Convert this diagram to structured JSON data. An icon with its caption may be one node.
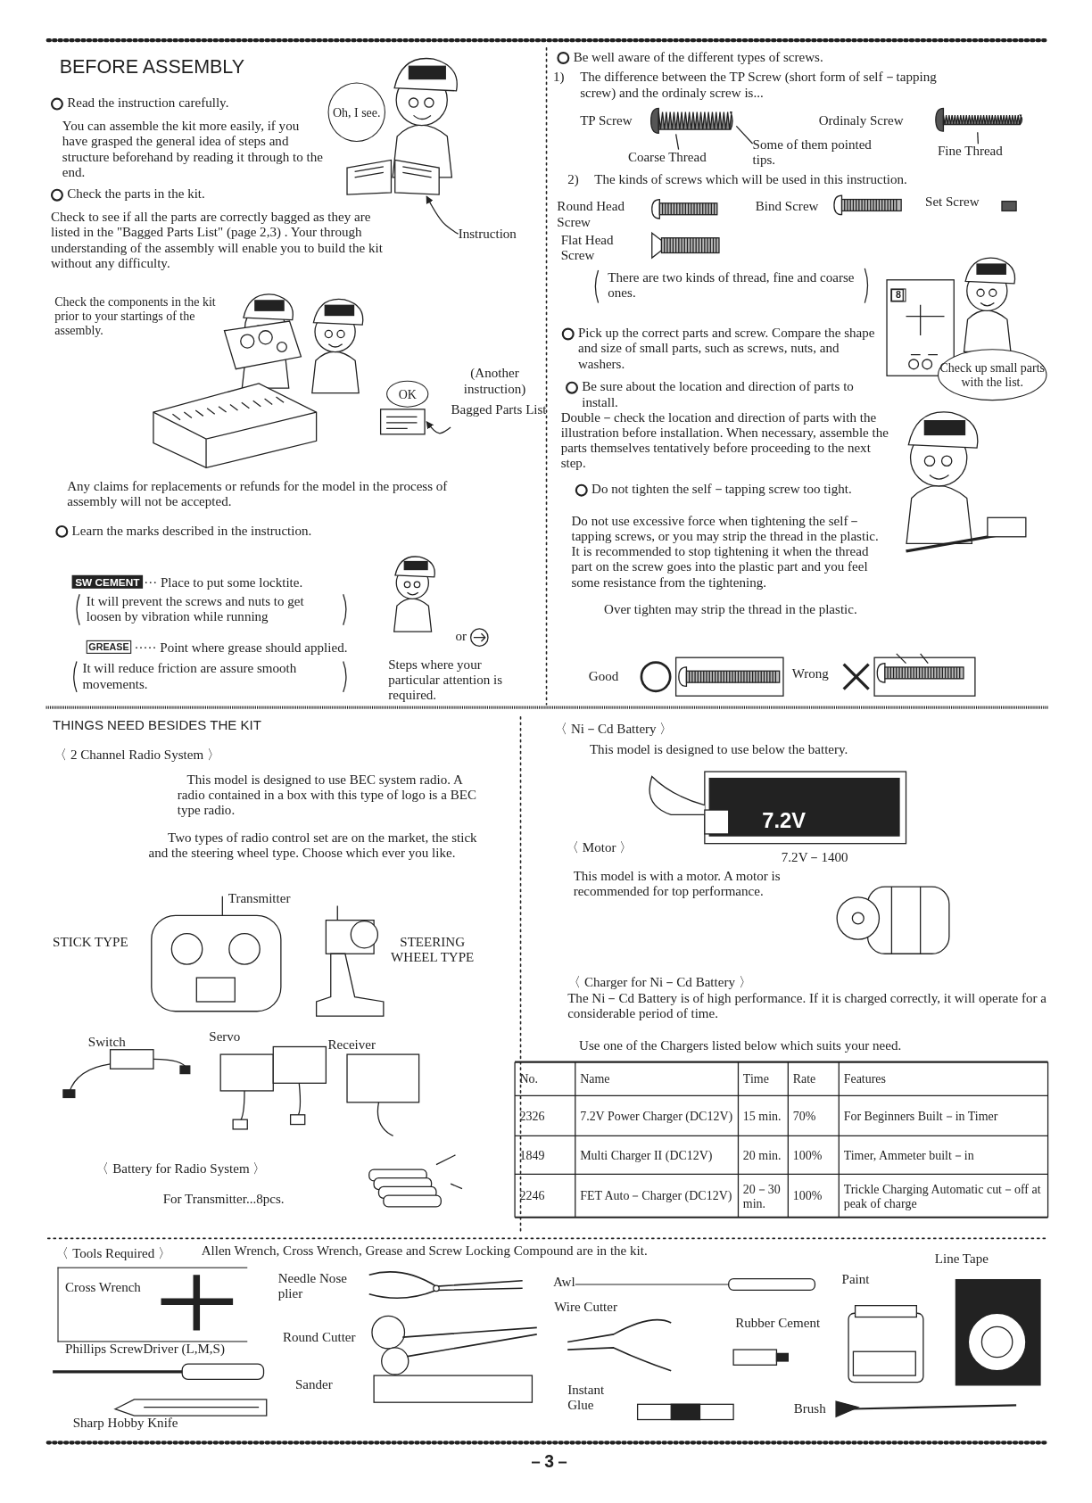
{
  "diagram": {
    "nodes": [
      {
        "text": [
          "Oh, I see."
        ]
      },
      {
        "text": [
          "Instruction"
        ]
      },
      {
        "text": [],
        "shape": "picture"
      },
      {
        "text": [
          "OK"
        ]
      },
      {
        "text": [
          "Bagged Parts List"
        ]
      },
      {
        "text": [],
        "shape": "picture"
      },
      {
        "text": [],
        "shape": "picture"
      },
      {
        "text": [],
        "shape": "picture"
      },
      {
        "text": [
          "Coarse Thread"
        ]
      },
      {
        "text": [
          "Fine Thread"
        ]
      },
      {
        "text": [
          "Some of them pointed tips."
        ]
      },
      {
        "text": [
          "Check up small parts with the list."
        ]
      },
      {
        "text": [
          "Cross Wrench"
        ]
      }
    ],
    "edges": [
      {
        "from": 1,
        "to": 2,
        "arrow": "to"
      },
      {
        "from": 4,
        "to": 5,
        "arrow": "to"
      },
      {
        "from": 8,
        "to": 6,
        "arrow": "none"
      },
      {
        "from": 9,
        "to": 7,
        "arrow": "none"
      },
      {
        "from": 10,
        "to": 6,
        "arrow": "none"
      }
    ],
    "labels": [
      "BEFORE ASSEMBLY",
      "Read the instruction carefully.",
      "You can assemble the kit more easily, if you have grasped the general idea of steps and structure beforehand by reading it through to the end.",
      "Check the parts in the kit.",
      "Check to see if all the parts are correctly bagged as they are listed in the \"Bagged Parts List\" (page 2,3) . Your through understanding of the assembly will enable you to build the kit without any difficulty.",
      "Check the components in the kit prior to your startings of the assembly.",
      "(Another instruction)",
      "Any claims for replacements or refunds for the model in the process of assembly will not be accepted.",
      "Learn the marks described in the instruction.",
      "SW CEMENT",
      "··· Place to put some locktite.",
      "It will prevent the screws and nuts to get loosen by vibration while running",
      "GREASE",
      "····· Point where grease should applied.",
      "It will reduce friction are assure smooth movements.",
      "or",
      "Steps where your particular attention is required.",
      "Be well aware of the different types of screws.",
      "1)",
      "The difference between the TP Screw (short form of self－tapping screw) and the ordinaly screw is...",
      "TP Screw",
      "Ordinaly Screw",
      "2)",
      "The kinds of screws which will be used in this instruction.",
      "Round Head Screw",
      "Bind Screw",
      "Set Screw",
      "Flat Head Screw",
      "There are two kinds of thread, fine and coarse ones.",
      "8",
      "Pick up the correct parts and screw. Compare the shape and size of small parts, such as screws, nuts, and washers.",
      "Be sure about the location and direction of parts to install.",
      "Double－check the location and direction of parts with the illustration before installation. When necessary, assemble the parts themselves tentatively before proceeding to the next step.",
      "Do not tighten the self－tapping screw too tight.",
      "Do not use excessive force when tightening the self－tapping screws, or you may strip the thread in the plastic. It is recommended to stop tightening it when the thread part on the screw goes into the plastic part and you feel some resistance from the tightening.",
      "Over tighten may strip the thread in the plastic.",
      "Good",
      "Wrong",
      "THINGS NEED BESIDES THE KIT",
      "〈 2 Channel Radio System 〉",
      "This model is designed to use BEC system radio. A radio contained in a box with this type of logo is a BEC type radio.",
      "Two types of radio control set are on the market, the stick and the steering wheel type. Choose which ever you like.",
      "Transmitter",
      "STICK TYPE",
      "STEERING WHEEL TYPE",
      "Switch",
      "Servo",
      "Receiver",
      "〈 Battery for Radio System 〉",
      "For Transmitter...8pcs.",
      "〈 Ni－Cd Battery 〉",
      "This model is designed to use below the battery.",
      "7.2V",
      "7.2V－1400",
      "〈 Motor 〉",
      "This model is with a motor. A motor is recommended for top performance.",
      "〈 Charger for Ni－Cd Battery 〉",
      "The Ni－Cd Battery is of high performance. If it is charged correctly, it will operate for a considerable period of time.",
      "Use one of the Chargers listed below which suits your need.",
      "No.",
      "Name",
      "Time",
      "Rate",
      "Features",
      "2326",
      "7.2V Power Charger (DC12V)",
      "15 min.",
      "70%",
      "For Beginners Built－in Timer",
      "1849",
      "Multi Charger II (DC12V)",
      "20 min.",
      "100%",
      "Timer, Ammeter built－in",
      "2246",
      "FET Auto－Charger (DC12V)",
      "20－30 min.",
      "100%",
      "Trickle Charging Automatic cut－off at peak of charge",
      "〈 Tools Required 〉",
      "Allen Wrench, Cross Wrench, Grease and Screw Locking Compound are in the kit.",
      "Needle Nose plier",
      "Round Cutter",
      "Phillips ScrewDriver (L,M,S)",
      "Sander",
      "Sharp Hobby Knife",
      "Awl",
      "Wire Cutter",
      "Paint",
      "Rubber Cement",
      "Instant Glue",
      "Brush",
      "Line Tape",
      "－3－"
    ]
  }
}
